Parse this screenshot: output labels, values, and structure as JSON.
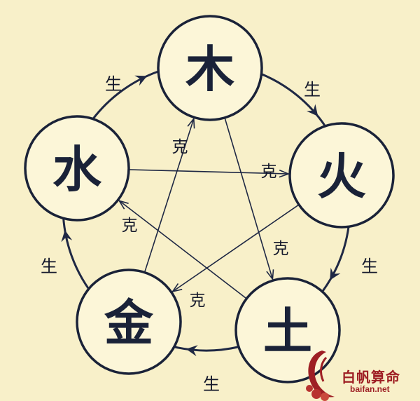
{
  "diagram": {
    "colors": {
      "background": "#f8f0c9",
      "node_fill": "#fcf6d8",
      "ink": "#1a2238",
      "edge": "#1f2844"
    },
    "nodes": [
      {
        "id": "wood",
        "label": "木"
      },
      {
        "id": "fire",
        "label": "火"
      },
      {
        "id": "earth",
        "label": "土"
      },
      {
        "id": "metal",
        "label": "金"
      },
      {
        "id": "water",
        "label": "水"
      }
    ],
    "generating_cycle": {
      "label": "生",
      "edges": [
        {
          "from": "wood",
          "to": "fire"
        },
        {
          "from": "fire",
          "to": "earth"
        },
        {
          "from": "earth",
          "to": "metal"
        },
        {
          "from": "metal",
          "to": "water"
        },
        {
          "from": "water",
          "to": "wood"
        }
      ]
    },
    "controlling_cycle": {
      "label": "克",
      "edges": [
        {
          "from": "wood",
          "to": "earth"
        },
        {
          "from": "earth",
          "to": "water"
        },
        {
          "from": "water",
          "to": "fire"
        },
        {
          "from": "fire",
          "to": "metal"
        },
        {
          "from": "metal",
          "to": "wood"
        }
      ]
    }
  },
  "watermark": {
    "title": "白帆算命",
    "url": "baifan.net",
    "color": "#9e1f24"
  }
}
